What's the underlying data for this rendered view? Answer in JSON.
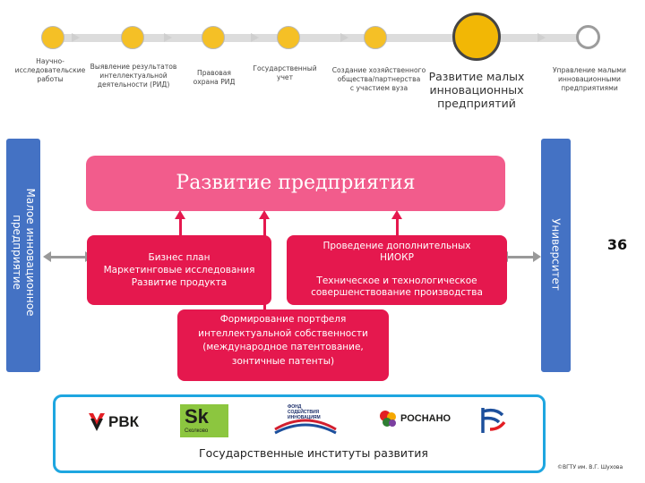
{
  "timeline": {
    "steps": [
      {
        "label": "Научно-\nисследовательские\nработы"
      },
      {
        "label": "Выявление результатов\nинтеллектуальной\nдеятельности (РИД)"
      },
      {
        "label": "Правовая\nохрана РИД"
      },
      {
        "label": "Государственный\nучет"
      },
      {
        "label": "Создание хозяйственного\nобщества/партнерства\nс участием вуза"
      },
      {
        "label": "Развитие малых\nинновационных\nпредприятий"
      },
      {
        "label": "Управление малыми\nинновационными\nпредприятиями"
      }
    ]
  },
  "left_bar": {
    "label": "Малое инновационное\nпредприятие"
  },
  "right_bar": {
    "label": "Университет"
  },
  "main_box": {
    "title": "Развитие предприятия"
  },
  "boxes": {
    "business": "Бизнес план\nМаркетинговые исследования\nРазвитие продукта",
    "rnd": "Проведение дополнительных\nНИОКР\n\nТехническое и технологическое\nсовершенствование производства",
    "portfolio": "Формирование портфеля\nинтеллектуальной собственности\n(международное патентование,\nзонтичные патенты)"
  },
  "institutions": {
    "title": "Государственные институты развития",
    "logos": [
      {
        "name": "rvk-logo",
        "text": "РВК"
      },
      {
        "name": "skolkovo-logo",
        "text": "Sk",
        "subtext": "Сколково"
      },
      {
        "name": "fond-logo",
        "text": "ФОНД\nСОДЕЙСТВИЯ\nИННОВАЦИЯМ"
      },
      {
        "name": "rosnano-logo",
        "text": "РОСНАНО"
      },
      {
        "name": "frii-logo",
        "text": ""
      }
    ]
  },
  "page_number": "36",
  "copyright": "©ВГТУ им. В.Г. Шухова",
  "colors": {
    "accent_pink": "#f25c8c",
    "accent_red": "#e5184e",
    "bar_blue": "#4472c4",
    "panel_border": "#1ea6e0",
    "dot_yellow": "#f5c026"
  }
}
